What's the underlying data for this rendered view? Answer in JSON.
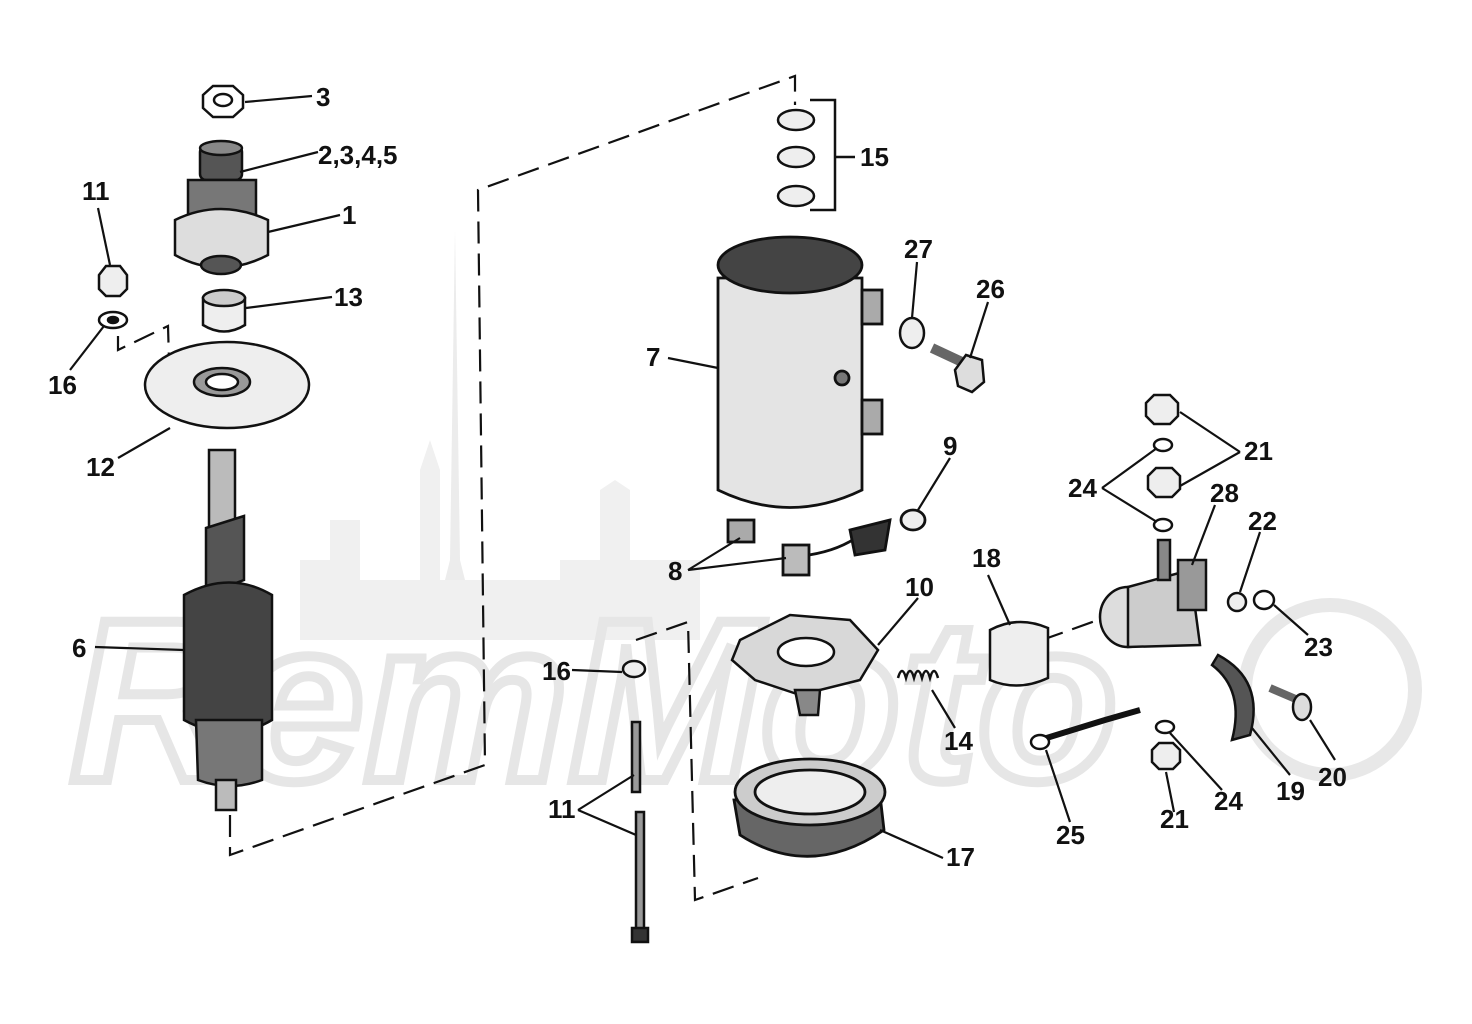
{
  "watermark": {
    "text": "RemMoto",
    "color": "#e8e8e8"
  },
  "colors": {
    "ink": "#111111",
    "paper": "#ffffff"
  },
  "callouts": [
    {
      "id": "c3",
      "text": "3"
    },
    {
      "id": "c2345",
      "text": "2,3,4,5"
    },
    {
      "id": "c1",
      "text": "1"
    },
    {
      "id": "c11a",
      "text": "11"
    },
    {
      "id": "c13",
      "text": "13"
    },
    {
      "id": "c16a",
      "text": "16"
    },
    {
      "id": "c12",
      "text": "12"
    },
    {
      "id": "c6",
      "text": "6"
    },
    {
      "id": "c15",
      "text": "15"
    },
    {
      "id": "c7",
      "text": "7"
    },
    {
      "id": "c27",
      "text": "27"
    },
    {
      "id": "c26",
      "text": "26"
    },
    {
      "id": "c9",
      "text": "9"
    },
    {
      "id": "c8",
      "text": "8"
    },
    {
      "id": "c10",
      "text": "10"
    },
    {
      "id": "c14",
      "text": "14"
    },
    {
      "id": "c16b",
      "text": "16"
    },
    {
      "id": "c11b",
      "text": "11"
    },
    {
      "id": "c17",
      "text": "17"
    },
    {
      "id": "c18",
      "text": "18"
    },
    {
      "id": "c21a",
      "text": "21"
    },
    {
      "id": "c24a",
      "text": "24"
    },
    {
      "id": "c28",
      "text": "28"
    },
    {
      "id": "c22",
      "text": "22"
    },
    {
      "id": "c23",
      "text": "23"
    },
    {
      "id": "c20",
      "text": "20"
    },
    {
      "id": "c19",
      "text": "19"
    },
    {
      "id": "c24b",
      "text": "24"
    },
    {
      "id": "c21b",
      "text": "21"
    },
    {
      "id": "c25",
      "text": "25"
    }
  ]
}
